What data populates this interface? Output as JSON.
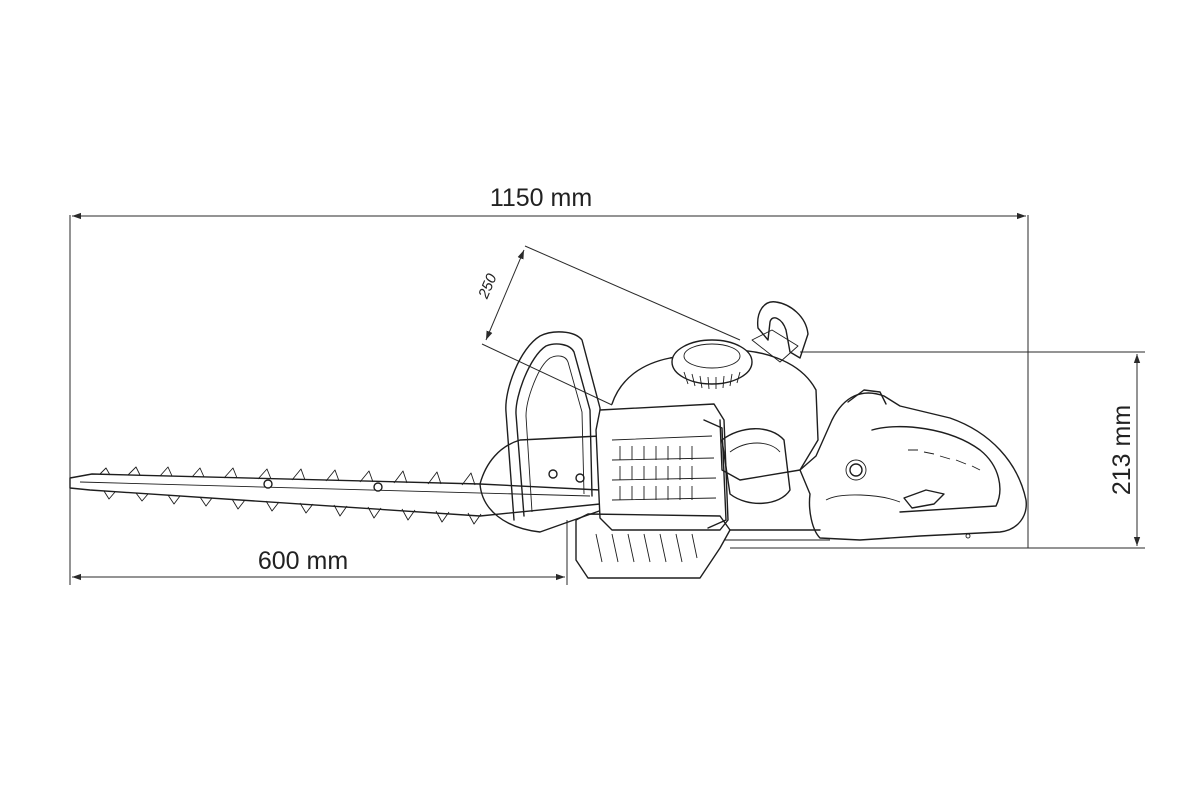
{
  "dimensions": {
    "overall_length": "1150 mm",
    "blade_length": "600 mm",
    "height": "213 mm",
    "angle_dim": "250"
  },
  "colors": {
    "ink": "#1e1e1e",
    "background": "#ffffff"
  }
}
